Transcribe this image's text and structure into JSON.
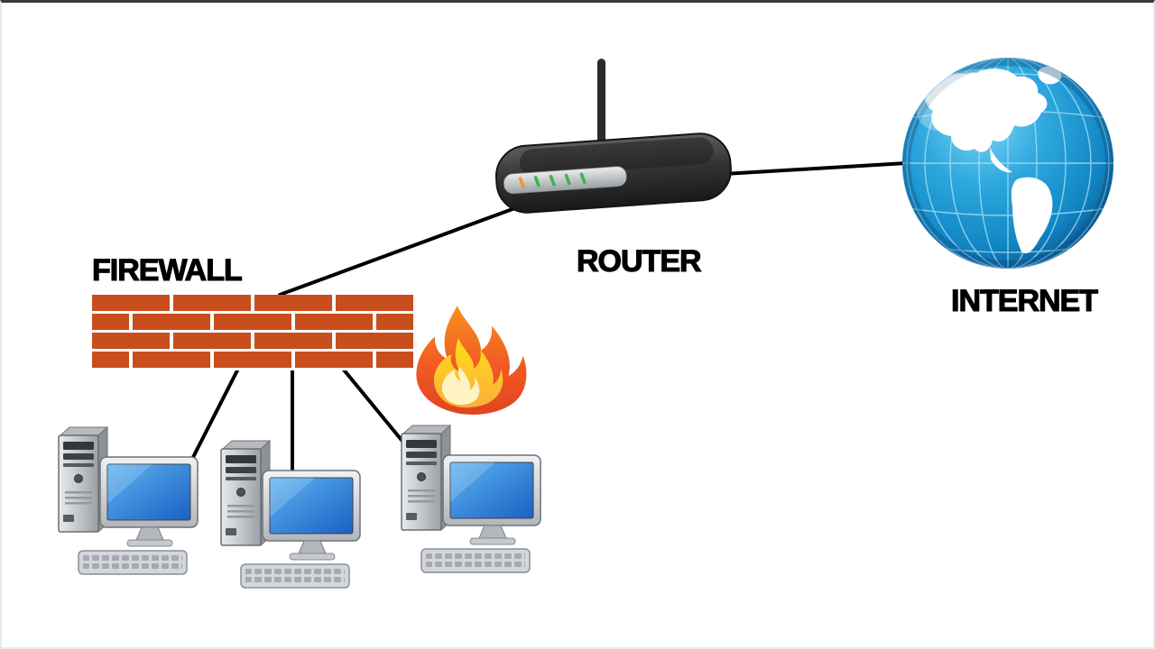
{
  "diagram": {
    "labels": {
      "firewall": "FIREWALL",
      "router": "ROUTER",
      "internet": "INTERNET"
    },
    "nodes": [
      {
        "id": "firewall",
        "label": "FIREWALL",
        "type": "brick-wall-with-flame"
      },
      {
        "id": "router",
        "label": "ROUTER",
        "type": "wireless-router"
      },
      {
        "id": "internet",
        "label": "INTERNET",
        "type": "globe"
      },
      {
        "id": "pc-1",
        "label": "",
        "type": "desktop-computer"
      },
      {
        "id": "pc-2",
        "label": "",
        "type": "desktop-computer"
      },
      {
        "id": "pc-3",
        "label": "",
        "type": "desktop-computer"
      }
    ],
    "connections": [
      {
        "from": "firewall",
        "to": "router"
      },
      {
        "from": "router",
        "to": "internet"
      },
      {
        "from": "firewall",
        "to": "pc-1"
      },
      {
        "from": "firewall",
        "to": "pc-2"
      },
      {
        "from": "firewall",
        "to": "pc-3"
      }
    ],
    "colors": {
      "brick": "#c84e1d",
      "mortar": "#ffffff",
      "connector": "#000000",
      "flame_outer": "#f15a24",
      "flame_inner": "#fdb913",
      "flame_core": "#fff3c4",
      "router_body": "#333333",
      "led_orange": "#f7941d",
      "led_green": "#39b54a",
      "globe_ocean": "#1a97d4",
      "globe_land": "#ffffff",
      "screen_blue": "#2f7fd6"
    }
  }
}
